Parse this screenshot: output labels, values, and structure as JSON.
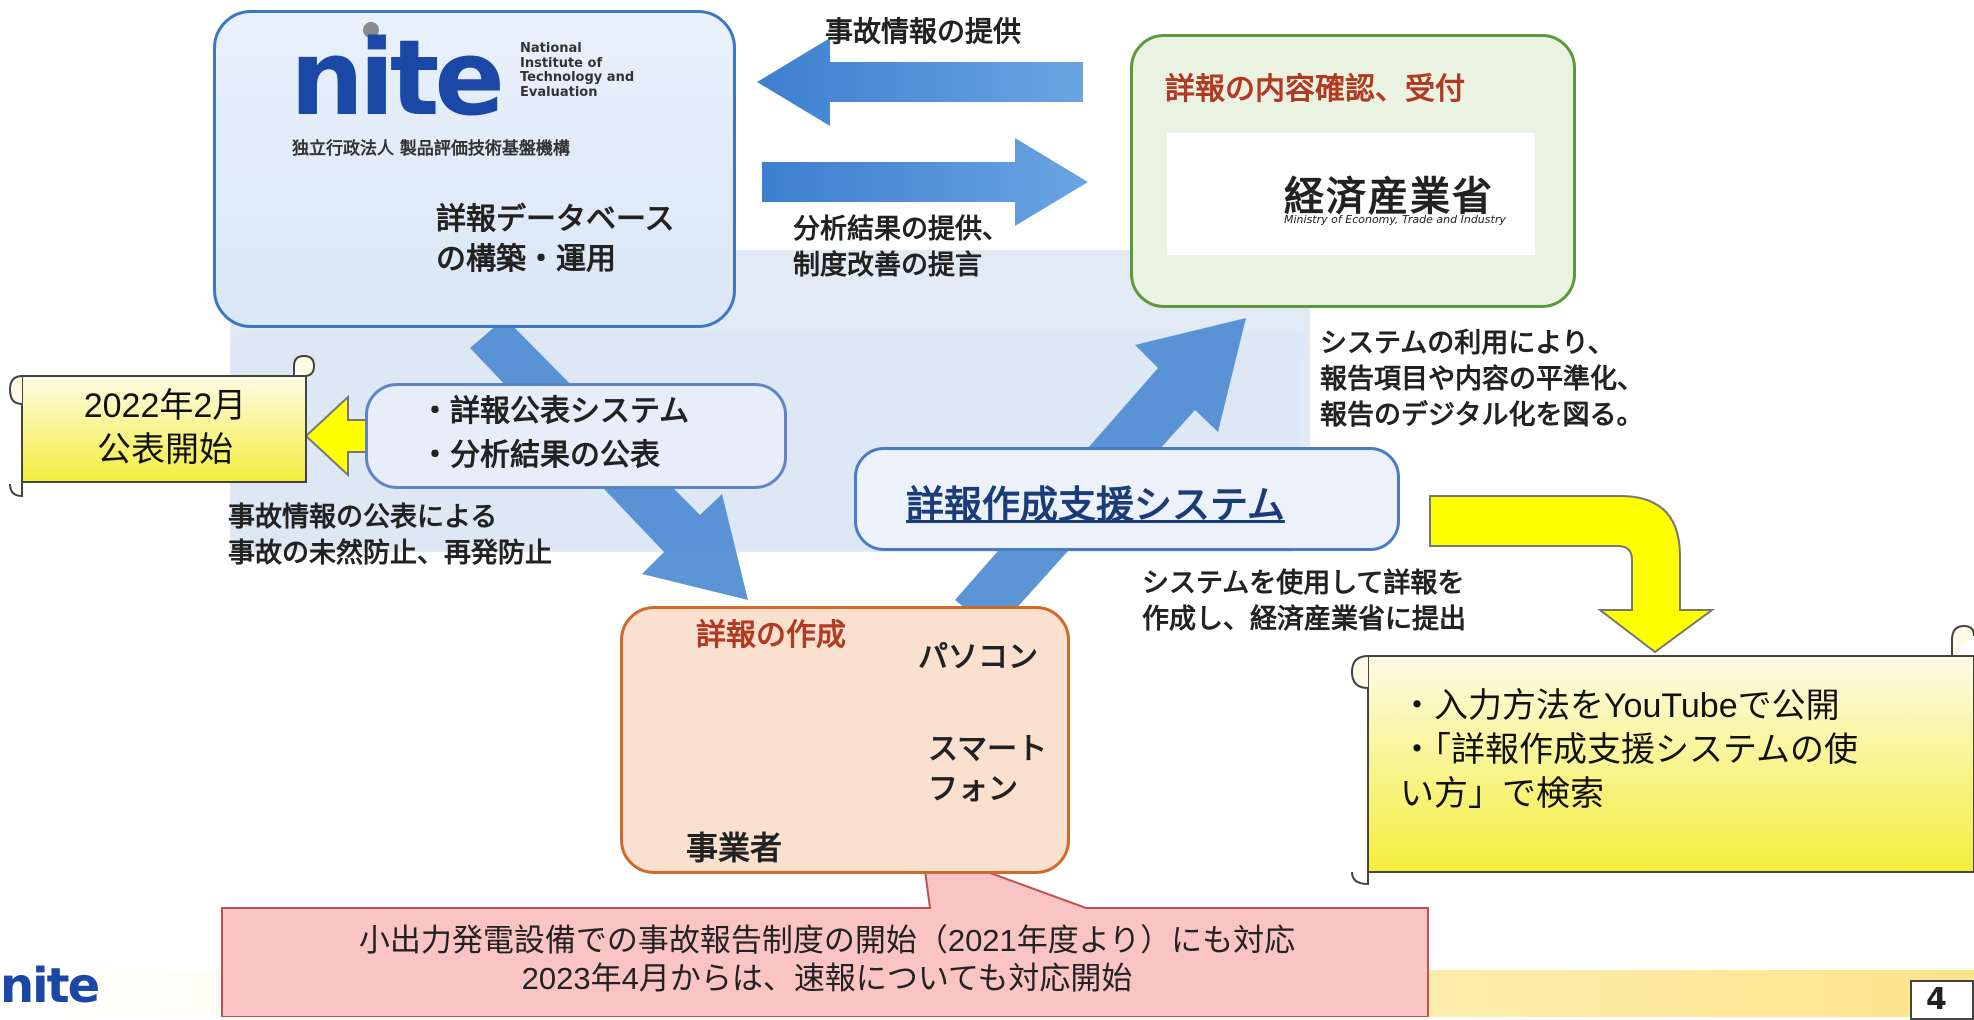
{
  "colors": {
    "arrow_blue": "#4a8ad2",
    "light_panel": "#dde7f3",
    "yellow": "#ffff00",
    "note_pink": "#fbc4c4",
    "nite_blue": "#1b48a6",
    "title_red": "#b33a22"
  },
  "nite": {
    "logo": "nite",
    "logo_english": [
      "National",
      "Institute of",
      "Technology and",
      "Evaluation"
    ],
    "org_jp": "独立行政法人 製品評価技術基盤機構",
    "database_label": [
      "詳報データベース",
      "の構築・運用"
    ],
    "icon": "database-icon"
  },
  "flow": {
    "top_arrow_label": "事故情報の提供",
    "mid_arrow_label": [
      "分析結果の提供、",
      "制度改善の提言"
    ],
    "system_usage_note": [
      "システムの利用により、",
      "報告項目や内容の平準化、",
      "報告のデジタル化を図る。"
    ],
    "public_effect": [
      "事故情報の公表による",
      "事故の未然防止、再発防止"
    ],
    "submit_note": [
      "システムを使用して詳報を",
      "作成し、経済産業省に提出"
    ]
  },
  "meti": {
    "title": "詳報の内容確認、受付",
    "name": "経済産業省",
    "name_english": "Ministry of Economy, Trade and Industry",
    "icon": "meti-logo-icon"
  },
  "publication": {
    "items": [
      "・詳報公表システム",
      "・分析結果の公表"
    ]
  },
  "support_system": {
    "label": "詳報作成支援システム"
  },
  "business": {
    "title": "詳報の作成",
    "pc_label": "パソコン",
    "phone_label": [
      "スマート",
      "フォン"
    ],
    "person_label": "事業者",
    "icons": [
      "businessman-icon",
      "laptop-icon",
      "smartphone-icon"
    ]
  },
  "scroll_left": {
    "lines": [
      "2022年2月",
      "公表開始"
    ]
  },
  "scroll_right": {
    "lines": [
      "・入力方法をYouTubeで公開",
      "・「詳報作成支援システムの使",
      "い方」で検索"
    ]
  },
  "note": {
    "lines": [
      "小出力発電設備での事故報告制度の開始（2021年度より）にも対応",
      "2023年4月からは、速報についても対応開始"
    ]
  },
  "footer": {
    "logo": "nite",
    "page_number": "4"
  }
}
